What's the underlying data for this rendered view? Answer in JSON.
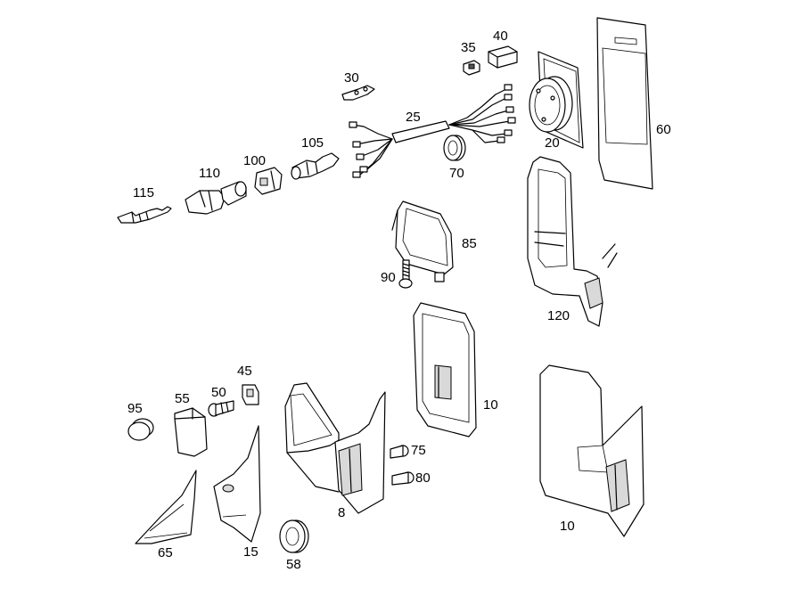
{
  "labels": {
    "p115": "115",
    "p110": "110",
    "p100": "100",
    "p105": "105",
    "p30": "30",
    "p25": "25",
    "p35": "35",
    "p40": "40",
    "p20": "20",
    "p60": "60",
    "p70": "70",
    "p85": "85",
    "p90": "90",
    "p120": "120",
    "p10a": "10",
    "p10b": "10",
    "p95": "95",
    "p55": "55",
    "p50": "50",
    "p45": "45",
    "p75": "75",
    "p80": "80",
    "p65": "65",
    "p15": "15",
    "p8": "8",
    "p58": "58"
  }
}
